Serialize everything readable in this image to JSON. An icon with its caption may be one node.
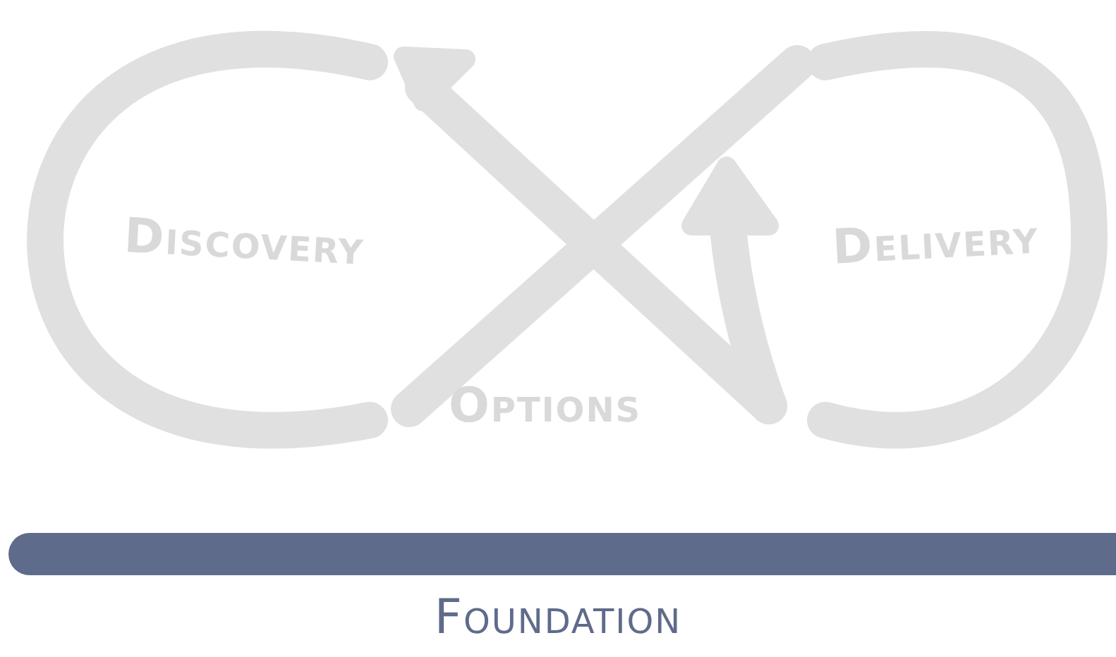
{
  "diagram": {
    "nodes": [
      {
        "text": [
          "Foundation"
        ]
      }
    ],
    "labels": [
      "Discovery",
      "Delivery",
      "Options"
    ]
  }
}
